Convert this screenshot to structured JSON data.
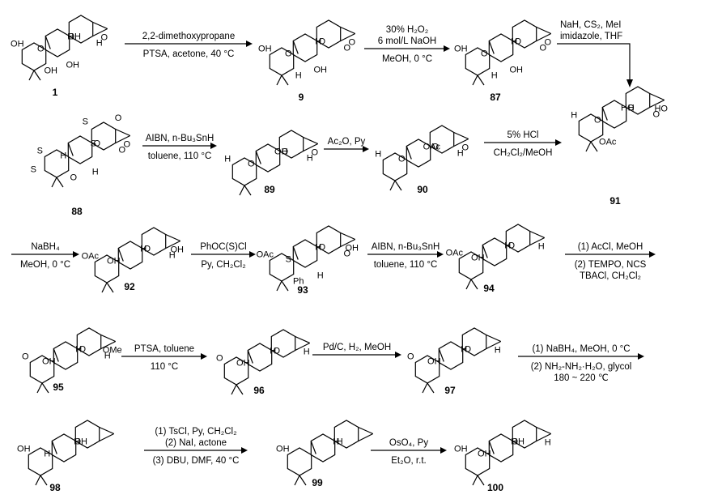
{
  "compounds": [
    "1",
    "9",
    "87",
    "88",
    "89",
    "90",
    "91",
    "92",
    "93",
    "94",
    "95",
    "96",
    "97",
    "98",
    "99",
    "100"
  ],
  "atom_labels": {
    "c1": [
      "OH",
      "H",
      "OH",
      "O",
      "O",
      "H",
      "OH",
      "OH"
    ],
    "c9": [
      "OH",
      "H",
      "O",
      "O",
      "O",
      "O",
      "H",
      "OH"
    ],
    "c87": [
      "OH",
      "H",
      "O",
      "O",
      "O",
      "O",
      "H",
      "OH"
    ],
    "c88": [
      "S",
      "S",
      "O",
      "H",
      "O",
      "O",
      "O",
      "H",
      "O",
      "S",
      "S"
    ],
    "c89": [
      "H",
      "OH",
      "O",
      "O",
      "O",
      "H"
    ],
    "c90": [
      "H",
      "OAc",
      "O",
      "O",
      "O",
      "H"
    ],
    "c91": [
      "H",
      "HO",
      "H",
      "O",
      "HO",
      "O",
      "OAc"
    ],
    "c92": [
      "OAc",
      "H",
      "O",
      "OH",
      "OH",
      "H"
    ],
    "c93": [
      "OAc",
      "H",
      "O",
      "S",
      "OH",
      "O",
      "Ph",
      "H"
    ],
    "c94": [
      "OAc",
      "H",
      "O",
      "OH",
      "H"
    ],
    "c95": [
      "O",
      "H",
      "O",
      "OH",
      "OMe",
      "H"
    ],
    "c96": [
      "O",
      "H",
      "O",
      "OH",
      "H"
    ],
    "c97": [
      "O",
      "H",
      "O",
      "OH",
      "H"
    ],
    "c98": [
      "OH",
      "H",
      "OH",
      "H"
    ],
    "c99": [
      "OH",
      "H",
      "H"
    ],
    "c100": [
      "OH",
      "H",
      "OH",
      "OH",
      "H"
    ]
  },
  "steps": [
    {
      "above": [
        "2,2-dimethoxypropane"
      ],
      "below": [
        "PTSA, acetone, 40 °C"
      ]
    },
    {
      "above": [
        "30% H₂O₂",
        "6 mol/L NaOH"
      ],
      "below": [
        "MeOH, 0 °C"
      ]
    },
    {
      "above": [
        "NaH, CS₂, MeI",
        "imidazole, THF"
      ],
      "below": []
    },
    {
      "above": [
        "AIBN, n-Bu₃SnH"
      ],
      "below": [
        "toluene, 110 °C"
      ]
    },
    {
      "above": [
        "Ac₂O, Py"
      ],
      "below": []
    },
    {
      "above": [
        "5% HCl"
      ],
      "below": [
        "CH₂Cl₂/MeOH"
      ]
    },
    {
      "above": [
        "NaBH₄"
      ],
      "below": [
        "MeOH, 0 °C"
      ]
    },
    {
      "above": [
        "PhOC(S)Cl"
      ],
      "below": [
        "Py, CH₂Cl₂"
      ]
    },
    {
      "above": [
        "AIBN, n-Bu₃SnH"
      ],
      "below": [
        "toluene, 110 °C"
      ]
    },
    {
      "above": [
        "(1) AcCl, MeOH"
      ],
      "below": [
        "(2) TEMPO, NCS",
        "TBACl, CH₂Cl₂"
      ]
    },
    {
      "above": [
        "PTSA, toluene"
      ],
      "below": [
        "110 °C"
      ]
    },
    {
      "above": [
        "Pd/C, H₂, MeOH"
      ],
      "below": []
    },
    {
      "above": [
        "(1) NaBH₄, MeOH, 0 °C"
      ],
      "below": [
        "(2) NH₂-NH₂·H₂O, glycol",
        "180 ~ 220 ℃"
      ]
    },
    {
      "above": [
        "(1) TsCl, Py, CH₂Cl₂",
        "(2) NaI, actone"
      ],
      "below": [
        "(3) DBU, DMF, 40 °C"
      ]
    },
    {
      "above": [
        "OsO₄, Py"
      ],
      "below": [
        "Et₂O, r.t."
      ]
    }
  ]
}
